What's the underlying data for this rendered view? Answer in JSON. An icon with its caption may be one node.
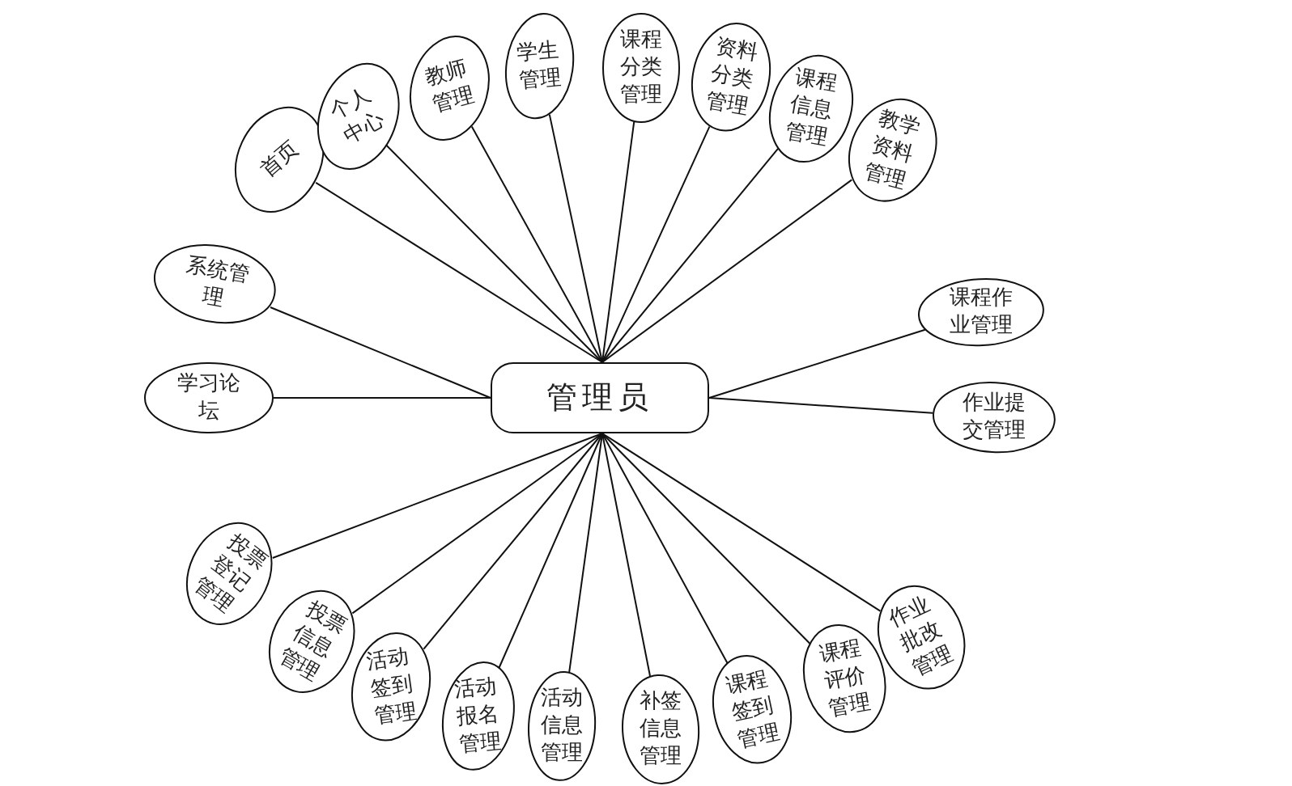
{
  "diagram": {
    "nodes": [
      {
        "text": [
          "管理员"
        ]
      },
      {
        "text": [
          "首页"
        ]
      },
      {
        "text": [
          "个人中心"
        ]
      },
      {
        "text": [
          "教师管理"
        ]
      },
      {
        "text": [
          "学生管理"
        ]
      },
      {
        "text": [
          "课程分类管理"
        ]
      },
      {
        "text": [
          "资料分类管理"
        ]
      },
      {
        "text": [
          "课程信息管理"
        ]
      },
      {
        "text": [
          "教学资料管理"
        ]
      },
      {
        "text": [
          "课程作业管理"
        ]
      },
      {
        "text": [
          "作业提交管理"
        ]
      },
      {
        "text": [
          "作业批改管理"
        ]
      },
      {
        "text": [
          "课程评价管理"
        ]
      },
      {
        "text": [
          "课程签到管理"
        ]
      },
      {
        "text": [
          "补签信息管理"
        ]
      },
      {
        "text": [
          "活动信息管理"
        ]
      },
      {
        "text": [
          "活动报名管理"
        ]
      },
      {
        "text": [
          "活动签到管理"
        ]
      },
      {
        "text": [
          "投票信息管理"
        ]
      },
      {
        "text": [
          "投票登记管理"
        ]
      },
      {
        "text": [
          "学习论坛"
        ]
      },
      {
        "text": [
          "系统管理"
        ]
      }
    ],
    "edges": [
      {
        "from": 0,
        "to": 1,
        "arrow": "none"
      },
      {
        "from": 0,
        "to": 2,
        "arrow": "none"
      },
      {
        "from": 0,
        "to": 3,
        "arrow": "none"
      },
      {
        "from": 0,
        "to": 4,
        "arrow": "none"
      },
      {
        "from": 0,
        "to": 5,
        "arrow": "none"
      },
      {
        "from": 0,
        "to": 6,
        "arrow": "none"
      },
      {
        "from": 0,
        "to": 7,
        "arrow": "none"
      },
      {
        "from": 0,
        "to": 8,
        "arrow": "none"
      },
      {
        "from": 0,
        "to": 9,
        "arrow": "none"
      },
      {
        "from": 0,
        "to": 10,
        "arrow": "none"
      },
      {
        "from": 0,
        "to": 11,
        "arrow": "none"
      },
      {
        "from": 0,
        "to": 12,
        "arrow": "none"
      },
      {
        "from": 0,
        "to": 13,
        "arrow": "none"
      },
      {
        "from": 0,
        "to": 14,
        "arrow": "none"
      },
      {
        "from": 0,
        "to": 15,
        "arrow": "none"
      },
      {
        "from": 0,
        "to": 16,
        "arrow": "none"
      },
      {
        "from": 0,
        "to": 17,
        "arrow": "none"
      },
      {
        "from": 0,
        "to": 18,
        "arrow": "none"
      },
      {
        "from": 0,
        "to": 19,
        "arrow": "none"
      },
      {
        "from": 0,
        "to": 20,
        "arrow": "none"
      },
      {
        "from": 0,
        "to": 21,
        "arrow": "none"
      }
    ]
  }
}
